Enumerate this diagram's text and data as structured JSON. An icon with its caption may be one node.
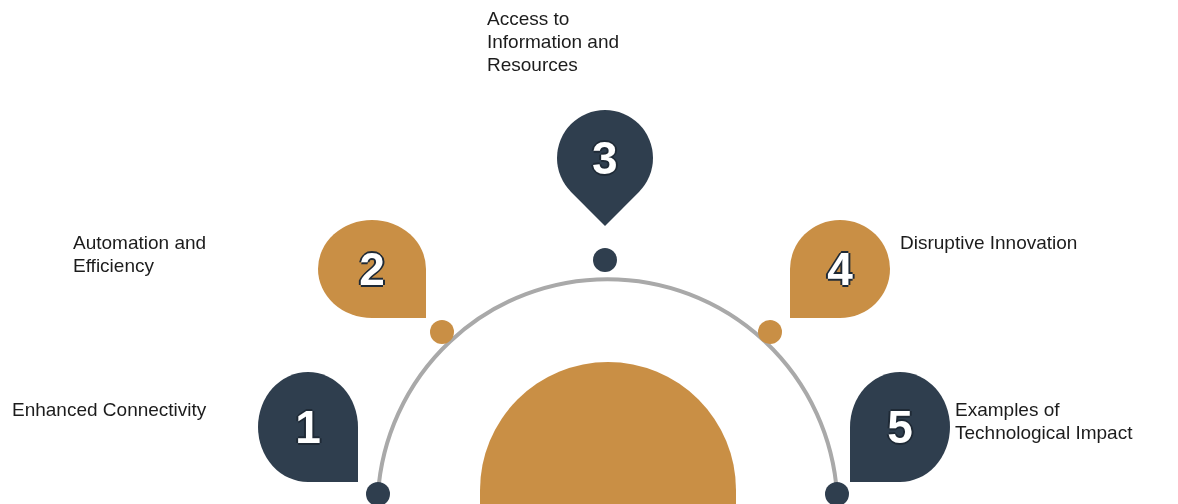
{
  "diagram": {
    "nodes": [
      {
        "text": [
          "1"
        ],
        "beside": [
          "Enhanced Connectivity"
        ]
      },
      {
        "text": [
          "2"
        ]
      },
      {
        "text": [
          "3"
        ],
        "beside": [
          "Access to Information and Resources"
        ]
      },
      {
        "text": [
          "4"
        ],
        "beside": [
          "Disruptive Innovation"
        ]
      },
      {
        "text": [
          "5"
        ],
        "beside": [
          "Examples of Technological Impact"
        ]
      },
      {
        "text": [],
        "shape": "semicircle"
      }
    ],
    "labels": [
      "Automation and Efficiency"
    ]
  }
}
